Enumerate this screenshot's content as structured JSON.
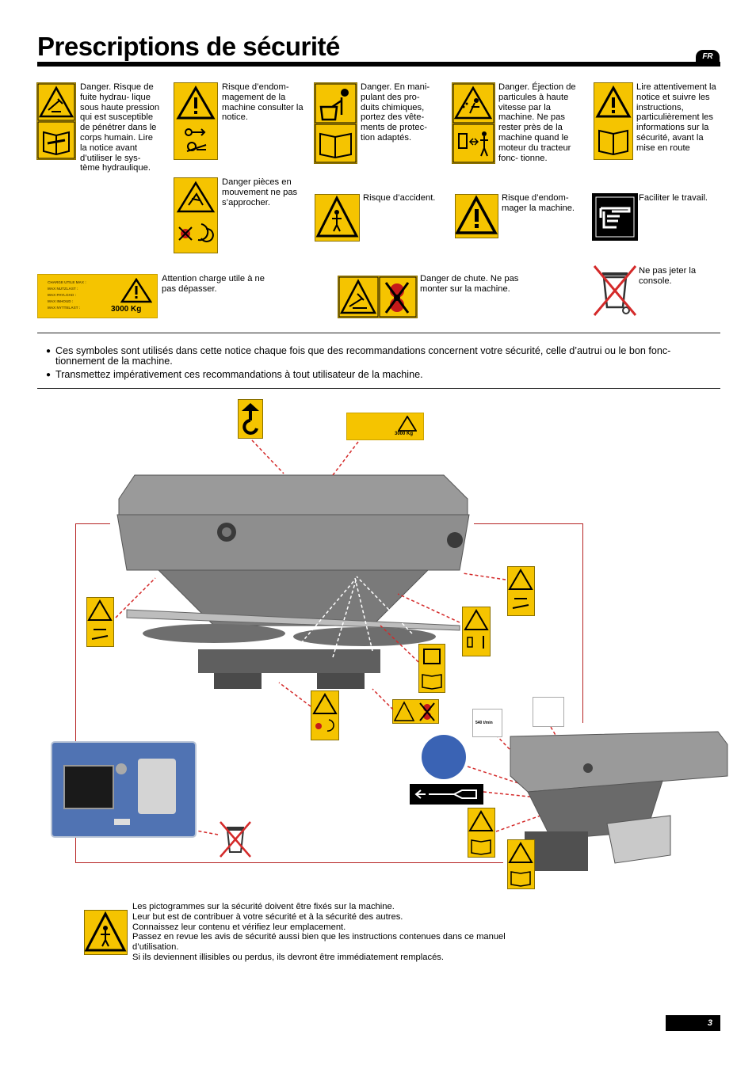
{
  "header": {
    "title": "Prescriptions de sécurité",
    "language": "FR"
  },
  "pictograms": [
    {
      "id": "hydraulic",
      "caption": "Danger. Risque de fuite hydrau- lique sous haute pression qui est susceptible de pénétrer dans le corps humain. Lire la notice avant d’utiliser le sys- tème hydraulique."
    },
    {
      "id": "damage-manual",
      "caption": "Risque d’endom- magement de la machine consulter la notice."
    },
    {
      "id": "chemicals",
      "caption": "Danger. En mani- pulant des pro- duits chimiques, portez des vête- ments de protec- tion adaptés."
    },
    {
      "id": "particles",
      "caption": "Danger. Éjection de particules à haute vitesse par la machine. Ne pas rester près de la machine quand le moteur du tracteur fonc- tionne."
    },
    {
      "id": "read-manual",
      "caption": "Lire attentivement la notice et suivre les instructions, particulièrement les informations sur la sécurité, avant la mise en route"
    },
    {
      "id": "moving-parts",
      "caption": "Danger pièces en mouvement ne pas s’approcher."
    },
    {
      "id": "accident",
      "caption": "Risque d’accident."
    },
    {
      "id": "damage",
      "caption": "Risque d’endom- mager la machine."
    },
    {
      "id": "easy-work",
      "caption": "Faciliter le travail."
    },
    {
      "id": "payload",
      "caption": "Attention charge utile à ne pas dépasser."
    },
    {
      "id": "fall",
      "caption": "Danger de chute. Ne pas monter sur la machine."
    },
    {
      "id": "no-bin",
      "caption": "Ne pas jeter la console."
    }
  ],
  "load_label": {
    "lines": [
      "CHARGE UTILE MAX :",
      "MAX NUTZLAST :",
      "MAX PAYLOAD :",
      "MAX INHOUD :",
      "MAX NYTTELAST :"
    ],
    "value": "3000 Kg"
  },
  "bullets": [
    "Ces symboles sont utilisés dans cette notice chaque fois que des recommandations concernent votre sécurité, celle d’autrui ou le bon fonc- tionnement de la machine.",
    "Transmettez impérativement ces recommandations à tout utilisateur de la machine."
  ],
  "diagram": {
    "console_label": "",
    "speed_sticker": [
      "540 t/min"
    ]
  },
  "bottom_note": [
    "Les pictogrammes sur la sécurité doivent être fixés sur la machine.",
    "Leur but est de contribuer à votre sécurité et à la sécurité des autres.",
    "Connaissez leur contenu et vérifiez leur emplacement.",
    "Passez en revue les avis de sécurité aussi bien que les instructions contenues dans ce manuel d’utilisation.",
    "Si ils deviennent illisibles ou perdus, ils devront être immédiatement remplacés."
  ],
  "footer": {
    "page_number": "3"
  },
  "colors": {
    "pictogram_yellow": "#f5c400",
    "arrow_red": "#d42a2a",
    "machine_gray": "#8e8e8e"
  }
}
